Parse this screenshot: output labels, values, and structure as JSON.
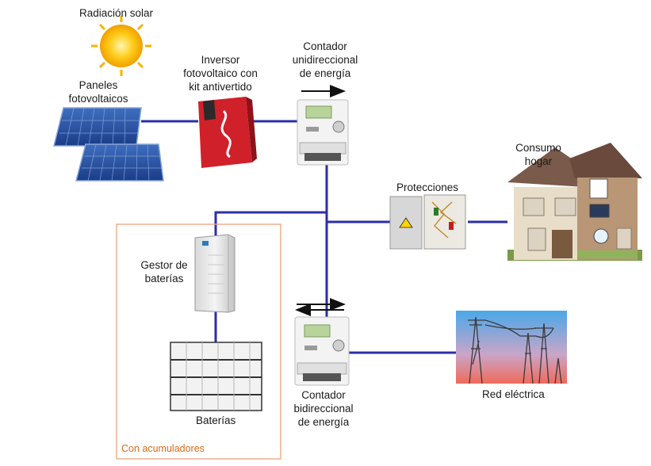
{
  "labels": {
    "solar": "Radiación solar",
    "panels": [
      "Paneles",
      "fotovoltaicos"
    ],
    "inverter": [
      "Inversor",
      "fotovoltaico con",
      "kit antivertido"
    ],
    "meter_uni": [
      "Contador",
      "unidireccional",
      "de energía"
    ],
    "consumption": [
      "Consumo",
      "hogar"
    ],
    "protections": "Protecciones",
    "battery_manager": [
      "Gestor de",
      "baterías"
    ],
    "batteries": "Baterías",
    "meter_bi": [
      "Contador",
      "bidireccional",
      "de energía"
    ],
    "grid": "Red eléctrica",
    "accumulators": "Con acumuladores"
  },
  "colors": {
    "wire": "#2b2fa8",
    "box_border": "#e9a57f",
    "accumulators_text": "#e06a1b"
  }
}
